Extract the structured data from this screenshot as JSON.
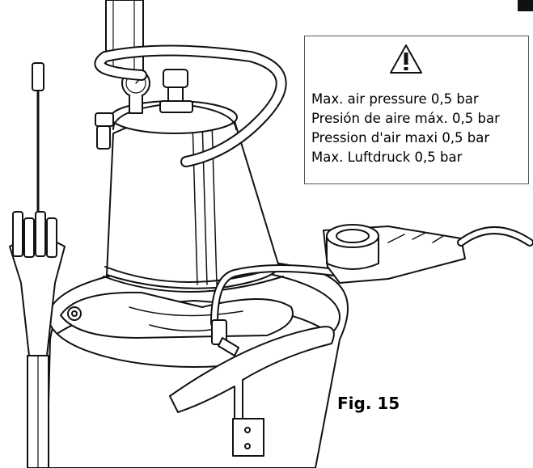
{
  "warning": {
    "icon": "warning-triangle-icon",
    "lines": [
      "Max. air pressure 0,5 bar",
      "Presión de aire máx. 0,5 bar",
      "Pression d'air maxi 0,5 bar",
      "Max. Luftdruck 0,5 bar"
    ]
  },
  "figure_label": "Fig. 15"
}
